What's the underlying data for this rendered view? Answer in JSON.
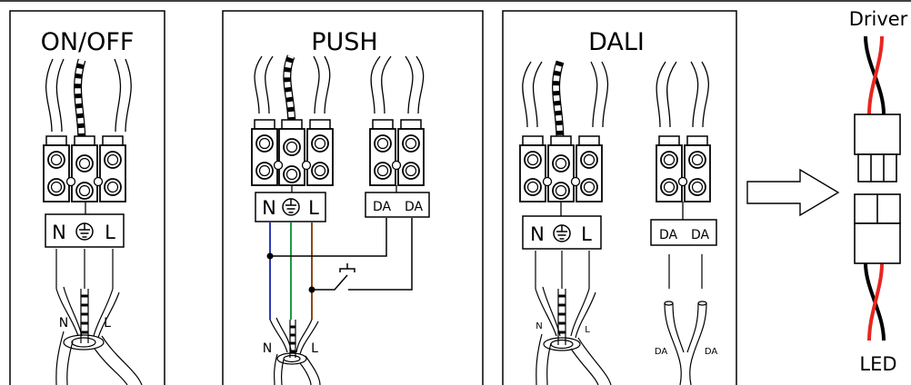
{
  "panels": {
    "onoff": {
      "title": "ON/OFF",
      "terminals": [
        "N",
        "L"
      ],
      "wires": [
        "N",
        "L"
      ]
    },
    "push": {
      "title": "PUSH",
      "terminals": [
        "N",
        "L"
      ],
      "da_terminals": [
        "DA",
        "DA"
      ],
      "wires": [
        "N",
        "L"
      ]
    },
    "dali": {
      "title": "DALI",
      "terminals": [
        "N",
        "L"
      ],
      "da_terminals": [
        "DA",
        "DA"
      ],
      "wires": [
        "N",
        "L"
      ],
      "da_wires": [
        "DA",
        "DA"
      ]
    }
  },
  "connector": {
    "top_label": "Driver",
    "bottom_label": "LED"
  },
  "colors": {
    "blue": "#2d3bb5",
    "green": "#1f9a45",
    "brown": "#8a4a1c",
    "red": "#e8261f"
  }
}
